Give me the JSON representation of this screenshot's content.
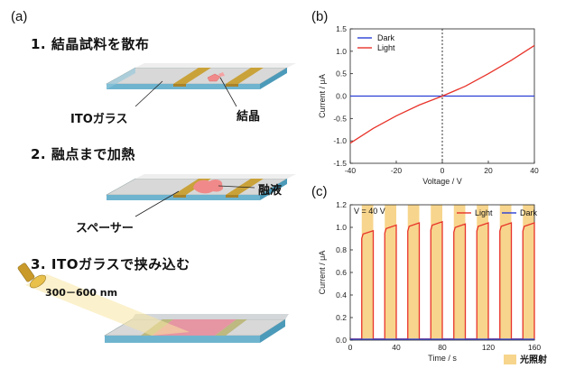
{
  "panels": {
    "a": "(a)",
    "b": "(b)",
    "c": "(c)"
  },
  "steps": [
    {
      "number": "1.",
      "text": "結晶試料を散布"
    },
    {
      "number": "2.",
      "text": "融点まで加熱"
    },
    {
      "number": "3.",
      "text": "ITOガラスで挟み込む"
    }
  ],
  "callouts": {
    "ito_glass": "ITOガラス",
    "crystal": "結晶",
    "melt": "融液",
    "spacer": "スペーサー",
    "wavelength": "300－600 nm"
  },
  "colors": {
    "light": "#e8332a",
    "dark": "#2a3fd6",
    "illumination": "#f7d58c",
    "spacer": "#c9a23a",
    "crystal": "#f08a8a"
  },
  "chart_data": [
    {
      "id": "b",
      "type": "line",
      "xlabel": "Voltage / V",
      "ylabel": "Current / μA",
      "xlim": [
        -40,
        40
      ],
      "ylim": [
        -1.5,
        1.5
      ],
      "xticks": [
        -40,
        -20,
        0,
        20,
        40
      ],
      "yticks": [
        -1.5,
        -1.0,
        -0.5,
        0.0,
        0.5,
        1.0,
        1.5
      ],
      "legend": "top-left",
      "series": [
        {
          "name": "Dark",
          "color": "#2a3fd6",
          "x": [
            -40,
            -30,
            -20,
            -10,
            0,
            10,
            20,
            30,
            40
          ],
          "y": [
            0.0,
            0.0,
            0.0,
            0.0,
            0.0,
            0.0,
            0.0,
            0.0,
            0.0
          ]
        },
        {
          "name": "Light",
          "color": "#e8332a",
          "x": [
            -40,
            -30,
            -20,
            -10,
            0,
            10,
            20,
            30,
            40
          ],
          "y": [
            -1.05,
            -0.72,
            -0.44,
            -0.2,
            0.0,
            0.22,
            0.5,
            0.8,
            1.13
          ]
        }
      ]
    },
    {
      "id": "c",
      "type": "line",
      "annotation": "V = 40 V",
      "xlabel": "Time / s",
      "ylabel": "Current / μA",
      "xlim": [
        0,
        160
      ],
      "ylim": [
        0,
        1.2
      ],
      "xticks": [
        0,
        40,
        80,
        120,
        160
      ],
      "yticks": [
        0,
        0.2,
        0.4,
        0.6,
        0.8,
        1.0,
        1.2
      ],
      "legend": "top-right",
      "illumination_label": "光照射",
      "illumination_periods": [
        [
          10,
          20
        ],
        [
          30,
          40
        ],
        [
          50,
          60
        ],
        [
          70,
          80
        ],
        [
          90,
          100
        ],
        [
          110,
          120
        ],
        [
          130,
          140
        ],
        [
          150,
          160
        ]
      ],
      "series": [
        {
          "name": "Light",
          "color": "#e8332a",
          "on_level": [
            0.97,
            1.02,
            1.04,
            1.05,
            1.03,
            1.04,
            1.04,
            1.04
          ],
          "off_level": 0.01
        },
        {
          "name": "Dark",
          "color": "#2a3fd6",
          "level": 0.0
        }
      ]
    }
  ]
}
